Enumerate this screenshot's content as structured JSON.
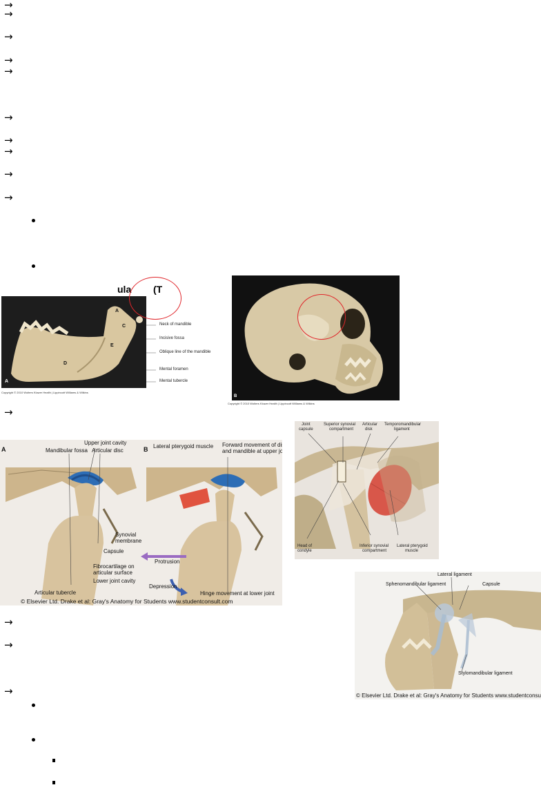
{
  "glyphs": {
    "arrow": "→"
  },
  "fragment": {
    "text_left": "ula",
    "text_right": "(T"
  },
  "figure_mandible": {
    "labels": {
      "neck": "Neck of mandible",
      "incisive": "Incisive fossa",
      "oblique": "Oblique line of the mandible",
      "mental_foramen": "Mental foramen",
      "mental_tubercle": "Mental tubercle"
    },
    "letters": {
      "panel": "A",
      "a": "A",
      "c": "C",
      "e": "E",
      "d": "D"
    },
    "copyright": "Copyright © 2010 Wolters Kluwer Health | Lippincott Williams & Wilkins"
  },
  "figure_skull": {
    "panel": "B",
    "copyright": "Copyright © 2010 Wolters Kluwer Health | Lippincott Williams & Wilkins"
  },
  "figure_tmj": {
    "panel_a": "A",
    "panel_b": "B",
    "labels": {
      "upper_cavity": "Upper joint cavity",
      "mandibular_fossa": "Mandibular fossa",
      "articular_disc": "Articular disc",
      "lateral_pterygoid": "Lateral pterygoid muscle",
      "forward_1": "Forward movement of disc",
      "forward_2": "and mandible at upper joint",
      "synovial_1": "Synovial",
      "synovial_2": "membrane",
      "capsule": "Capsule",
      "fibro_1": "Fibrocartilage on",
      "fibro_2": "articular surface",
      "lower_cavity": "Lower joint cavity",
      "articular_tubercle": "Articular tubercle",
      "protrusion": "Protrusion",
      "depression": "Depression",
      "hinge": "Hinge movement at lower joint"
    },
    "credit": "© Elsevier Ltd. Drake et al: Gray's Anatomy for Students www.studentconsult.com"
  },
  "figure_capsule": {
    "labels": {
      "joint_1": "Joint",
      "joint_2": "capsule",
      "sup_1": "Superior synovial",
      "sup_2": "compartment",
      "art_1": "Articular",
      "art_2": "disk",
      "tmlig_1": "Temporomandibular",
      "tmlig_2": "ligament",
      "head_1": "Head of",
      "head_2": "condyle",
      "inf_1": "Inferior synovial",
      "inf_2": "compartment",
      "lat_1": "Lateral pterygoid",
      "lat_2": "muscle"
    }
  },
  "figure_ligaments": {
    "labels": {
      "lateral": "Lateral ligament",
      "spheno": "Sphenomandibular ligament",
      "capsule": "Capsule",
      "stylo": "Stylomandibular ligament"
    },
    "credit": "© Elsevier Ltd. Drake et al: Gray's Anatomy for Students www.studentconsult.com"
  }
}
